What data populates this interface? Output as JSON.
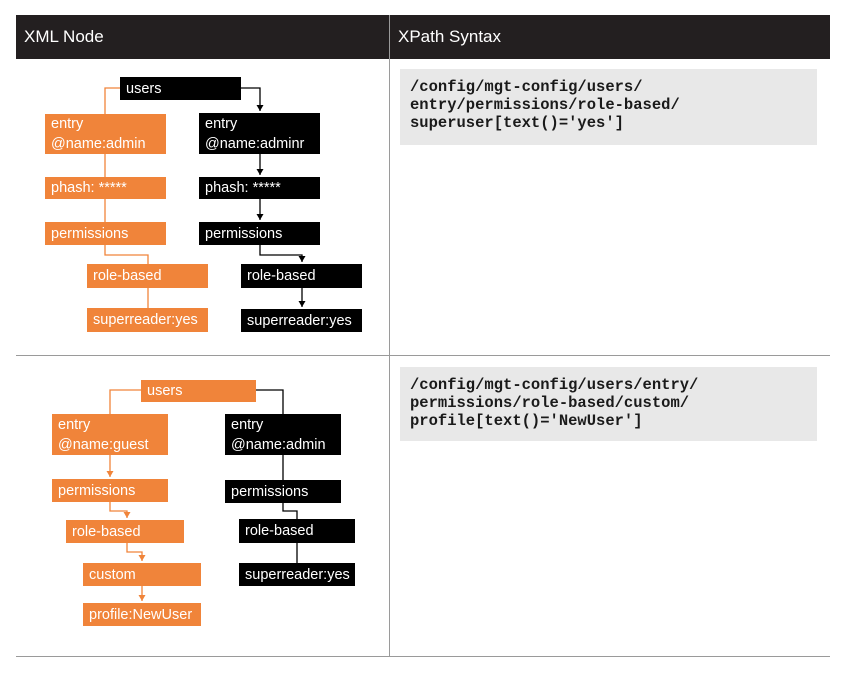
{
  "headers": {
    "xml_node": "XML Node",
    "xpath_syntax": "XPath Syntax"
  },
  "row1": {
    "users": "users",
    "orange": {
      "entry_line1": "entry",
      "entry_line2": "@name:admin",
      "phash": "phash: *****",
      "permissions": "permissions",
      "role_based": "role-based",
      "leaf": "superreader:yes"
    },
    "black": {
      "entry_line1": "entry",
      "entry_line2": "@name:adminr",
      "phash": "phash: *****",
      "permissions": "permissions",
      "role_based": "role-based",
      "leaf": "superreader:yes"
    },
    "xpath": [
      "/config/mgt-config/users/",
      "entry/permissions/role-based/",
      "superuser[text()='yes']"
    ]
  },
  "row2": {
    "users": "users",
    "orange": {
      "entry_line1": "entry",
      "entry_line2": "@name:guest",
      "permissions": "permissions",
      "role_based": "role-based",
      "custom": "custom",
      "leaf": "profile:NewUser"
    },
    "black": {
      "entry_line1": "entry",
      "entry_line2": "@name:admin",
      "permissions": "permissions",
      "role_based": "role-based",
      "leaf": "superreader:yes"
    },
    "xpath": [
      "/config/mgt-config/users/entry/",
      "permissions/role-based/custom/",
      "profile[text()='NewUser']"
    ]
  },
  "colors": {
    "orange": "#f0843a",
    "black": "#000000",
    "header": "#231f20",
    "code_bg": "#e8e8e8"
  }
}
